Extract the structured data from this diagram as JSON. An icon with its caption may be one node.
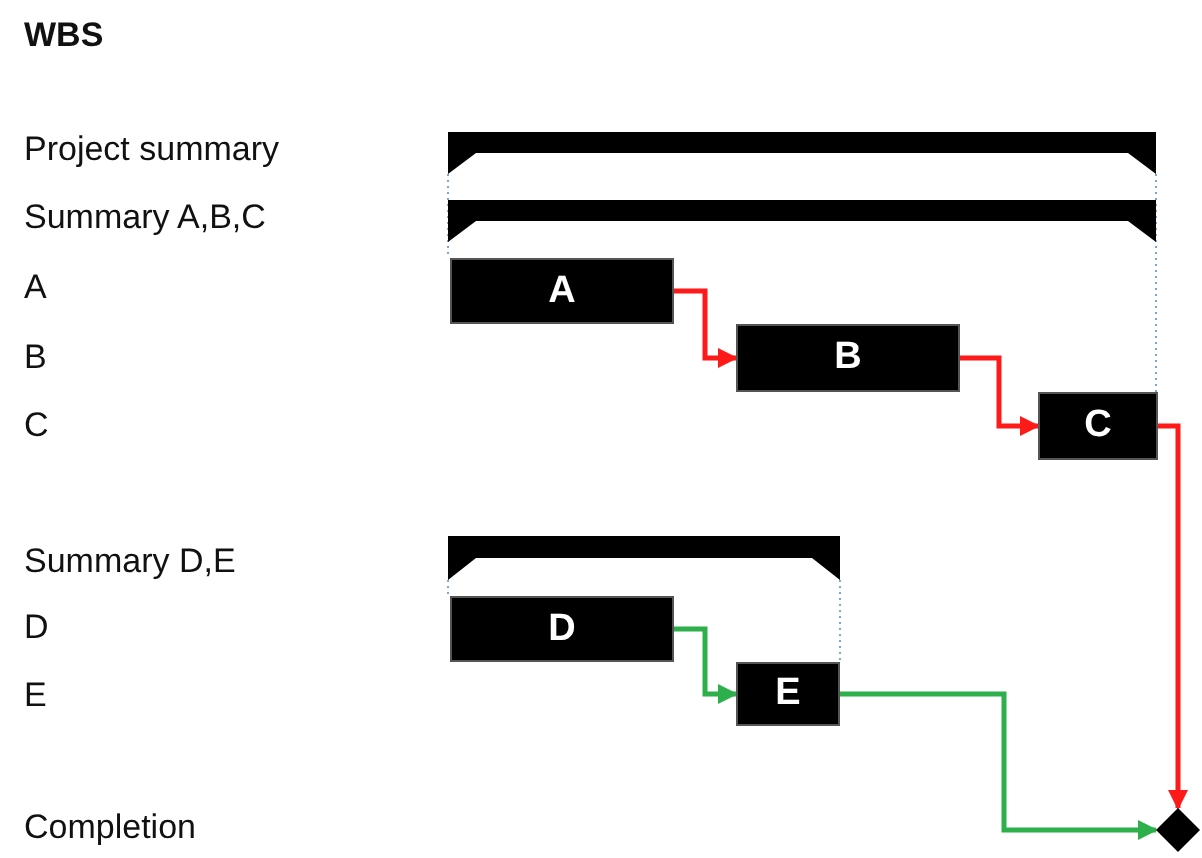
{
  "diagram": {
    "title": "WBS",
    "nodes": [
      {
        "text": [],
        "shape": "bar"
      },
      {
        "text": [],
        "shape": "bar"
      },
      {
        "text": [
          "A"
        ]
      },
      {
        "text": [
          "B"
        ]
      },
      {
        "text": [
          "C"
        ]
      },
      {
        "text": [],
        "shape": "bar"
      },
      {
        "text": [
          "D"
        ]
      },
      {
        "text": [
          "E"
        ]
      },
      {
        "text": [],
        "shape": "diamond"
      }
    ],
    "edges": [
      {
        "from": 2,
        "to": 3,
        "arrow": "to",
        "color": "#ff1a1a"
      },
      {
        "from": 3,
        "to": 4,
        "arrow": "to",
        "color": "#ff1a1a"
      },
      {
        "from": 4,
        "to": 8,
        "arrow": "to",
        "color": "#ff1a1a"
      },
      {
        "from": 6,
        "to": 7,
        "arrow": "to",
        "color": "#2db04b"
      },
      {
        "from": 7,
        "to": 8,
        "arrow": "to",
        "color": "#2db04b"
      },
      {
        "from": 0,
        "to": 2,
        "arrow": "none",
        "style": "dashed",
        "color": "#7aa7d9"
      },
      {
        "from": 0,
        "to": 4,
        "arrow": "none",
        "style": "dashed",
        "color": "#7aa7d9"
      },
      {
        "from": 5,
        "to": 6,
        "arrow": "none",
        "style": "dashed",
        "color": "#7aa7d9"
      },
      {
        "from": 5,
        "to": 7,
        "arrow": "none",
        "style": "dashed",
        "color": "#7aa7d9"
      }
    ],
    "labels": [
      "Project summary",
      "Summary A,B,C",
      "A",
      "B",
      "C",
      "Summary D,E",
      "D",
      "E",
      "Completion"
    ]
  }
}
